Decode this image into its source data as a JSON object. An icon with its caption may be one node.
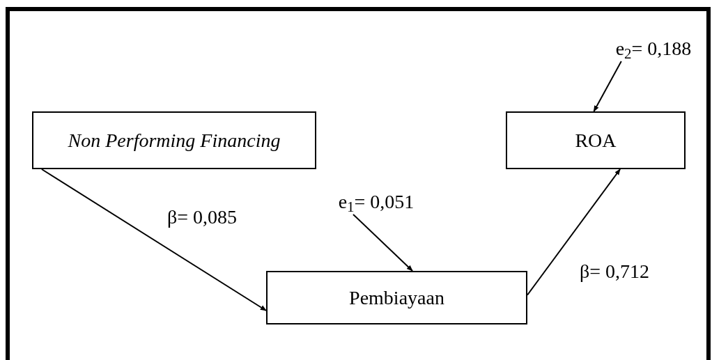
{
  "diagram": {
    "nodes": [
      {
        "text": [
          "Non Performing Financing"
        ]
      },
      {
        "text": [
          "ROA"
        ]
      },
      {
        "text": [
          "Pembiayaan"
        ]
      },
      {
        "text": [
          "e$_{2}$= 0,188"
        ]
      },
      {
        "text": [
          "e$_{1}$= 0,051"
        ]
      }
    ],
    "edges": [
      {
        "from": 0,
        "to": 2,
        "arrow": "to",
        "label": "β= 0,085"
      },
      {
        "from": 2,
        "to": 1,
        "arrow": "to",
        "label": "β= 0,712"
      },
      {
        "from": 4,
        "to": 2,
        "arrow": "to"
      },
      {
        "from": 3,
        "to": 1,
        "arrow": "to"
      }
    ]
  }
}
